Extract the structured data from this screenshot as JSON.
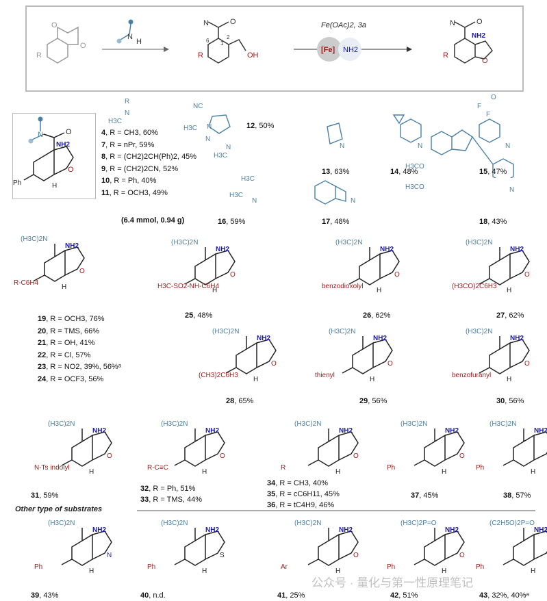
{
  "scheme": {
    "reagent_label": "Fe(OAc)2, 3a",
    "catalyst": "[Fe]",
    "nh2": "NH2",
    "amine_N": "N",
    "amine_H": "H",
    "R": "R",
    "OH": "OH",
    "O": "O",
    "pos1": "1",
    "pos2": "2",
    "pos6": "6"
  },
  "general_structure": {
    "nh2": "NH2",
    "O": "O",
    "H": "H",
    "Ph": "Ph",
    "N": "N"
  },
  "amine_fragment": {
    "R": "R",
    "N": "N",
    "H3C": "H3C"
  },
  "series_a": [
    {
      "id": "4",
      "text": ", R = CH3, 60%"
    },
    {
      "id": "7",
      "text": ", R = nPr, 59%"
    },
    {
      "id": "8",
      "text": ", R = (CH2)2CH(Ph)2, 45%"
    },
    {
      "id": "9",
      "text": ", R = (CH2)2CN, 52%"
    },
    {
      "id": "10",
      "text": ", R = Ph, 40%"
    },
    {
      "id": "11",
      "text": ", R = OCH3, 49%"
    }
  ],
  "scale_note": "(6.4 mmol, 0.94 g)",
  "fragments": {
    "f12": [
      "NC",
      "H3C",
      "N",
      "N",
      "H3C",
      "N"
    ],
    "f13": [
      "N"
    ],
    "f14": [
      "N"
    ],
    "f15": [
      "F",
      "F",
      "N"
    ],
    "f16": [
      "H3C",
      "H3C",
      "N"
    ],
    "f17": [
      "N"
    ],
    "f18": [
      "O",
      "H3CO",
      "H3CO",
      "N"
    ]
  },
  "amine_captions": [
    {
      "id": "12",
      "text": ", 50%"
    },
    {
      "id": "13",
      "text": ", 63%"
    },
    {
      "id": "14",
      "text": ", 48%"
    },
    {
      "id": "15",
      "text": ", 47%"
    },
    {
      "id": "16",
      "text": ", 59%"
    },
    {
      "id": "17",
      "text": ", 48%"
    },
    {
      "id": "18",
      "text": ", 43%"
    }
  ],
  "series_b": [
    {
      "id": "19",
      "text": ", R = OCH3, 76%"
    },
    {
      "id": "20",
      "text": ", R = TMS, 66%"
    },
    {
      "id": "21",
      "text": ", R = OH, 41%"
    },
    {
      "id": "22",
      "text": ", R = Cl, 57%"
    },
    {
      "id": "23",
      "text": ", R = NO2, 39%, 56%ᵃ"
    },
    {
      "id": "24",
      "text": ", R = OCF3, 56%"
    }
  ],
  "products": [
    {
      "key": "p19",
      "top": "(H3C)2N",
      "sub": "R-C6H4",
      "id": "",
      "text": ""
    },
    {
      "key": "p25",
      "top": "(H3C)2N",
      "sub": "H3C-SO2-NH-C6H4",
      "id": "25",
      "text": ", 48%"
    },
    {
      "key": "p26",
      "top": "(H3C)2N",
      "sub": "benzodioxolyl",
      "id": "26",
      "text": ", 62%"
    },
    {
      "key": "p27",
      "top": "(H3C)2N",
      "sub": "(H3CO)2C6H3",
      "id": "27",
      "text": ", 62%"
    },
    {
      "key": "p28",
      "top": "(H3C)2N",
      "sub": "(CH3)2C6H3",
      "id": "28",
      "text": ", 65%"
    },
    {
      "key": "p29",
      "top": "(H3C)2N",
      "sub": "thienyl",
      "id": "29",
      "text": ", 56%"
    },
    {
      "key": "p30",
      "top": "(H3C)2N",
      "sub": "benzofuranyl",
      "id": "30",
      "text": ", 56%"
    },
    {
      "key": "p31",
      "top": "(H3C)2N",
      "sub": "N-Ts indolyl",
      "id": "31",
      "text": ", 59%"
    },
    {
      "key": "p32",
      "top": "(H3C)2N",
      "sub": "R-C≡C",
      "id": "",
      "text": ""
    },
    {
      "key": "p34",
      "top": "(H3C)2N",
      "sub": "R",
      "id": "",
      "text": ""
    },
    {
      "key": "p37",
      "top": "(H3C)2N",
      "sub": "Ph",
      "id": "37",
      "text": ", 45%"
    },
    {
      "key": "p38",
      "top": "(H3C)2N",
      "sub": "Ph",
      "id": "38",
      "text": ", 57%"
    },
    {
      "key": "p39",
      "top": "(H3C)2N",
      "sub": "Ph",
      "id": "39",
      "text": ", 43%"
    },
    {
      "key": "p40",
      "top": "(H3C)2N",
      "sub": "Ph",
      "id": "40",
      "text": ", n.d."
    },
    {
      "key": "p41",
      "top": "(H3C)2N",
      "sub": "Ar",
      "id": "41",
      "text": ", 25%"
    },
    {
      "key": "p42",
      "top": "(H3C)2P=O",
      "sub": "Ph",
      "id": "42",
      "text": ", 51%"
    },
    {
      "key": "p43",
      "top": "(C2H5O)2P=O",
      "sub": "Ph",
      "id": "43",
      "text": ", 32%, 40%ᵃ"
    }
  ],
  "series_c": [
    {
      "id": "32",
      "text": ", R = Ph, 51%"
    },
    {
      "id": "33",
      "text": ", R = TMS, 44%"
    }
  ],
  "series_d": [
    {
      "id": "34",
      "text": ", R = CH3, 40%"
    },
    {
      "id": "35",
      "text": ", R = cC6H11, 45%"
    },
    {
      "id": "36",
      "text": ", R = tC4H9, 46%"
    }
  ],
  "ring_labels": {
    "nh2": "NH2",
    "O": "O",
    "S": "S",
    "N": "N",
    "Ts": "Ts",
    "H": "H",
    "CH3": "CH3",
    "R": "R"
  },
  "section_title": "Other type of substrates",
  "watermark": "公众号 · 量化与第一性原理笔记",
  "colors": {
    "blue": "#4a7fa5",
    "red": "#9b1b1b",
    "navy": "#1a1aa8",
    "gray": "#999999"
  }
}
